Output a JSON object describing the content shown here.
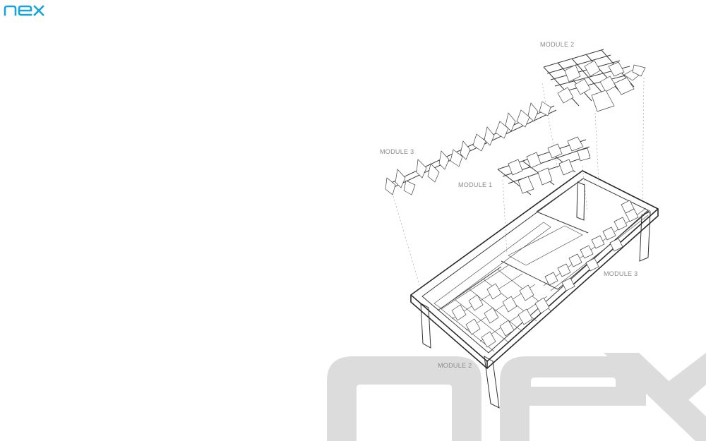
{
  "brand": {
    "logo_text": "nex",
    "logo_color": "#1aa3d9",
    "watermark_text": "nex",
    "watermark_color": "#d9d9d9"
  },
  "labels": {
    "module_2_top": "MODULE 2",
    "module_3_top": "MODULE 3",
    "module_1": "MODULE 1",
    "module_3_right": "MODULE 3",
    "module_2_bottom": "MODULE 2"
  }
}
